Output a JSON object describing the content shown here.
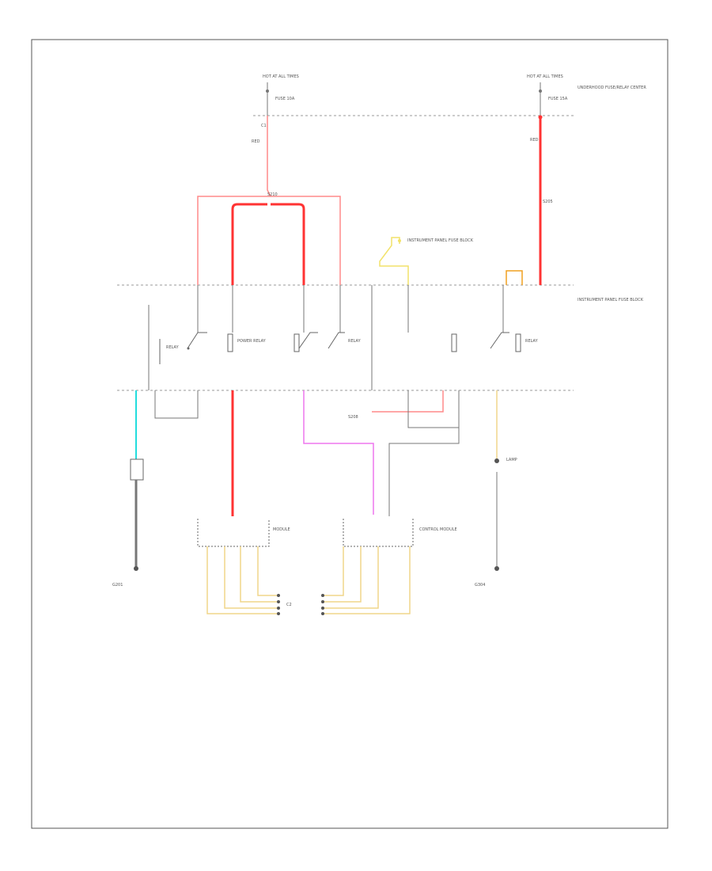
{
  "colors": {
    "frame": "#555555",
    "wire_red": "#ff3333",
    "wire_pink": "#ff8a8a",
    "wire_cyan": "#22dddd",
    "wire_magenta": "#ee77ee",
    "wire_yellow": "#f0d68a",
    "wire_orange": "#f0a020"
  },
  "labels": {
    "fuse_left_top": "HOT AT ALL TIMES",
    "fuse_left_name": "FUSE 10A",
    "fuse_right_top": "HOT AT ALL TIMES",
    "fuse_right_name": "FUSE 15A",
    "fusebox_right": "UNDERHOOD FUSE/RELAY CENTER",
    "connector_top": "C1",
    "splice_top": "S210",
    "wire_red_top": "RED",
    "junction_mid": "S205",
    "harness_right": "INSTRUMENT PANEL FUSE BLOCK",
    "relay_1": "RELAY",
    "relay_2": "POWER RELAY",
    "relay_3": "RELAY",
    "relay_4": "RELAY",
    "splice_mid": "S208",
    "ground_left_name": "G201",
    "ground_right_name": "G304",
    "module_left": "MODULE",
    "module_right": "CONTROL MODULE",
    "connector_bottom": "C2",
    "lamp_right": "LAMP"
  }
}
